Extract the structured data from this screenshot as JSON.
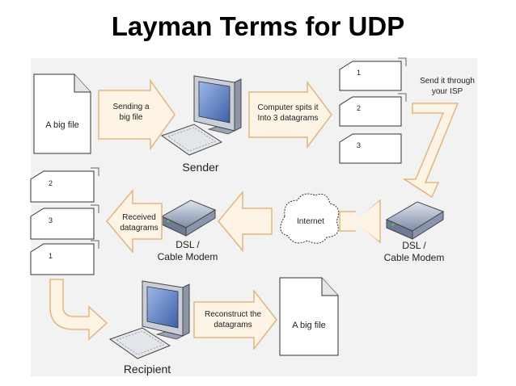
{
  "title": "Layman Terms for UDP",
  "diagram": {
    "file_top": "A big file",
    "arrow_sending": [
      "Sending a",
      "big file"
    ],
    "sender": "Sender",
    "arrow_split": [
      "Computer spits it",
      "Into 3 datagrams"
    ],
    "datagrams_top": [
      "1",
      "2",
      "3"
    ],
    "send_isp": [
      "Send it through",
      "your ISP"
    ],
    "internet": "Internet",
    "modem_right": [
      "DSL /",
      "Cable Modem"
    ],
    "modem_left": [
      "DSL /",
      "Cable Modem"
    ],
    "arrow_received": [
      "Received",
      "datagrams"
    ],
    "datagrams_bottom": [
      "2",
      "3",
      "1"
    ],
    "recipient": "Recipient",
    "arrow_reconstruct": [
      "Reconstruct the",
      "datagrams"
    ],
    "file_bottom": "A big file"
  },
  "colors": {
    "panel": "#f2f2f2",
    "arrow_fill": "#fdf4e6",
    "arrow_stroke": "#e3b57e",
    "monitor_screen": "#5a7fc7",
    "device": "#9aa8c0"
  }
}
